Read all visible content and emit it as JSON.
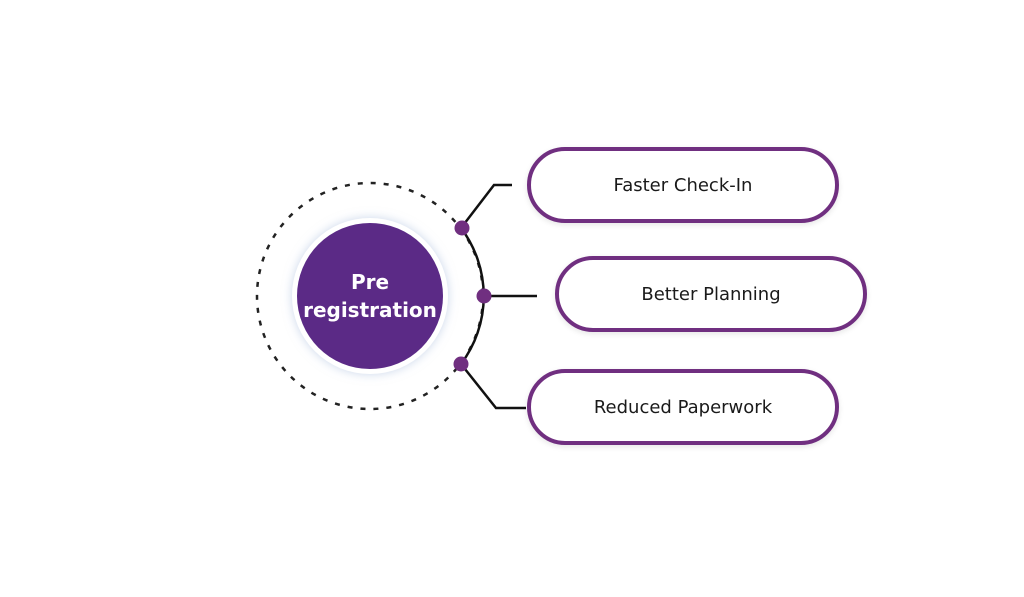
{
  "center": {
    "line1": "Pre",
    "line2": "registration"
  },
  "benefits": [
    {
      "label": "Faster Check-In"
    },
    {
      "label": "Better Planning"
    },
    {
      "label": "Reduced Paperwork"
    }
  ],
  "colors": {
    "primary": "#5b2a86",
    "accent": "#702f80",
    "connector": "#111111",
    "dotted_ring": "#222222"
  }
}
